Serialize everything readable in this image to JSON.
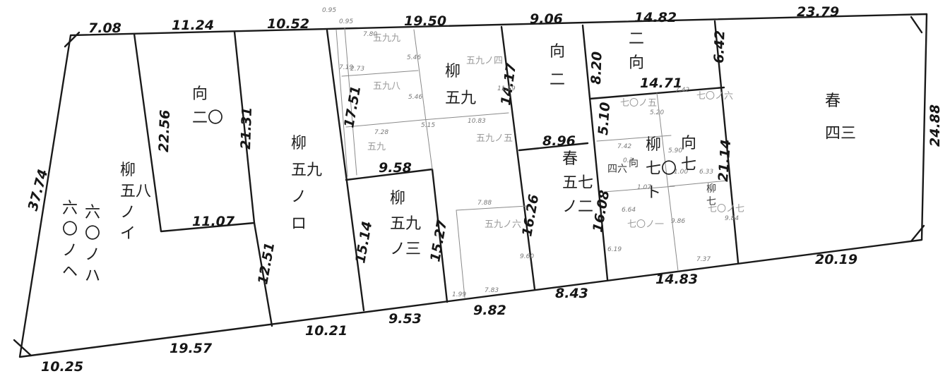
{
  "parcels": [
    {
      "id": "柳五八",
      "label_lines": [
        "柳",
        "五八",
        "ノ",
        "イ"
      ]
    },
    {
      "id": "六〇二",
      "label_lines": [
        "六",
        "〇",
        "ノ",
        "ヘ"
      ]
    },
    {
      "id": "六〇一",
      "label_lines": [
        "六",
        "〇",
        "ノ",
        "ハ"
      ]
    },
    {
      "id": "向二〇",
      "label_lines": [
        "向",
        "二〇"
      ]
    },
    {
      "id": "柳五九ロ",
      "label_lines": [
        "柳",
        "五九",
        "ノ",
        "ロ"
      ]
    },
    {
      "id": "五九九",
      "label_lines": [
        "五九九"
      ]
    },
    {
      "id": "五九八",
      "label_lines": [
        "五九八"
      ]
    },
    {
      "id": "五九",
      "label_lines": [
        "五九"
      ]
    },
    {
      "id": "柳五九三",
      "label_lines": [
        "柳",
        "五九",
        "ノ三"
      ]
    },
    {
      "id": "五九四",
      "label_lines": [
        "五九ノ四"
      ]
    },
    {
      "id": "柳五九",
      "label_lines": [
        "柳",
        "五九"
      ]
    },
    {
      "id": "五九五",
      "label_lines": [
        "五九ノ五"
      ]
    },
    {
      "id": "五九六",
      "label_lines": [
        "五九ノ六"
      ]
    },
    {
      "id": "向二",
      "label_lines": [
        "向",
        "二"
      ]
    },
    {
      "id": "二向",
      "label_lines": [
        "二",
        "向"
      ]
    },
    {
      "id": "春五七二",
      "label_lines": [
        "春",
        "五七",
        "ノ二"
      ]
    },
    {
      "id": "七〇五",
      "label_lines": [
        "七〇ノ五"
      ]
    },
    {
      "id": "四六",
      "label_lines": [
        "四六"
      ]
    },
    {
      "id": "向",
      "label_lines": [
        "向"
      ]
    },
    {
      "id": "柳七〇",
      "label_lines": [
        "柳",
        "七〇",
        "ト"
      ]
    },
    {
      "id": "七〇一",
      "label_lines": [
        "七〇ノ一"
      ]
    },
    {
      "id": "向七",
      "label_lines": [
        "向",
        "七"
      ]
    },
    {
      "id": "七〇六",
      "label_lines": [
        "七〇ノ六"
      ]
    },
    {
      "id": "柳七",
      "label_lines": [
        "柳",
        "七"
      ]
    },
    {
      "id": "七〇七",
      "label_lines": [
        "七〇ノ七"
      ]
    },
    {
      "id": "春四三",
      "label_lines": [
        "春",
        "四三"
      ]
    }
  ],
  "dimensions": {
    "top": [
      "7.08",
      "11.24",
      "10.52",
      "0.95",
      "0.95",
      "19.50",
      "9.06",
      "14.82",
      "23.79"
    ],
    "right": [
      "24.88"
    ],
    "bottom": [
      "10.25",
      "19.57",
      "10.21",
      "9.53",
      "9.82",
      "8.43",
      "14.83",
      "20.19"
    ],
    "left": [
      "37.74"
    ],
    "interior_major": [
      "22.56",
      "21.31",
      "11.07",
      "12.51",
      "17.51",
      "9.58",
      "15.14",
      "15.27",
      "14.17",
      "8.96",
      "16.26",
      "16.08",
      "8.20",
      "6.42",
      "14.71",
      "5.10",
      "21.14"
    ],
    "interior_minor": [
      "7.80",
      "5.46",
      "5.46",
      "7.19",
      "2.73",
      "7.28",
      "5.15",
      "10.83",
      "11.19",
      "7.88",
      "9.60",
      "7.83",
      "1.99",
      "7.42",
      "7.42",
      "5.20",
      "5.90",
      "6.64",
      "1.07",
      "1.00",
      "6.33",
      "9.86",
      "9.84",
      "7.37",
      "6.19",
      "0.3"
    ]
  }
}
